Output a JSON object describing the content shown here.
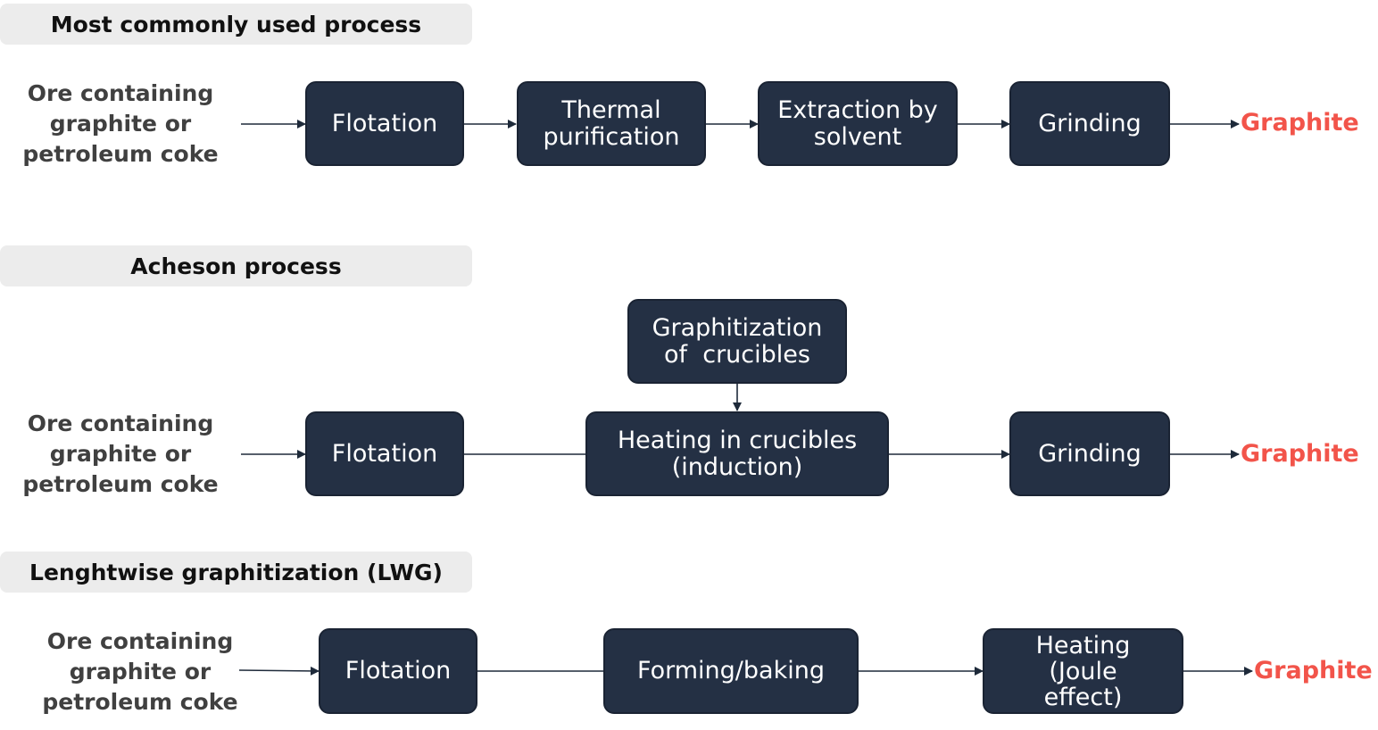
{
  "sections": [
    {
      "header": "Most commonly used process",
      "source": [
        "Ore containing",
        "graphite or",
        "petroleum coke"
      ],
      "steps": [
        [
          "Flotation"
        ],
        [
          "Thermal",
          "purification"
        ],
        [
          "Extraction by",
          "solvent"
        ],
        [
          "Grinding"
        ]
      ],
      "product": "Graphite"
    },
    {
      "header": "Acheson process",
      "source": [
        "Ore containing",
        "graphite or",
        "petroleum coke"
      ],
      "steps": [
        [
          "Flotation"
        ],
        [
          "Heating in crucibles",
          "(induction)"
        ],
        [
          "Grinding"
        ]
      ],
      "side_step": [
        "Graphitization",
        "of  crucibles"
      ],
      "product": "Graphite"
    },
    {
      "header": "Lenghtwise graphitization (LWG)",
      "source": [
        "Ore containing",
        "graphite or",
        "petroleum coke"
      ],
      "steps": [
        [
          "Flotation"
        ],
        [
          "Forming/baking"
        ],
        [
          "Heating",
          "(Joule",
          "effect)"
        ]
      ],
      "product": "Graphite"
    }
  ],
  "colors": {
    "box_fill": "#243044",
    "box_text": "#ffffff",
    "product_text": "#f2544a",
    "header_bg": "#ececec",
    "source_text": "#404040",
    "connector": "#1e2a3a"
  }
}
